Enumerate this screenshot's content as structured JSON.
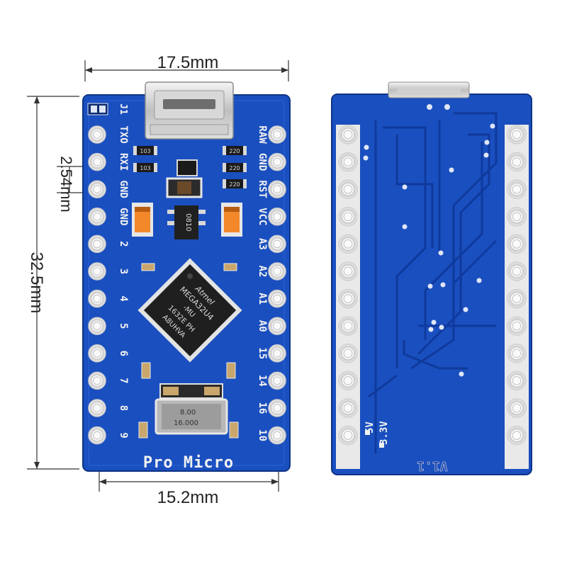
{
  "dimensions": {
    "top_width": "17.5mm",
    "height": "32.5mm",
    "pitch": "2.54mm",
    "bottom_width": "15.2mm"
  },
  "front": {
    "header_label": "J1",
    "left_pins": [
      "TXO",
      "RXI",
      "GND",
      "GND",
      "2",
      "3",
      "4",
      "5",
      "6",
      "7",
      "8",
      "9"
    ],
    "right_pins": [
      "RAW",
      "GND",
      "RST",
      "VCC",
      "A3",
      "A2",
      "A1",
      "A0",
      "15",
      "14",
      "16",
      "10"
    ],
    "board_name": "Pro Micro",
    "chip_lines": [
      "Atmel",
      "MEGA32U4",
      "-MU",
      "1632E PH",
      "A8UHVA"
    ],
    "crystal_text": [
      "8.00",
      "16.000"
    ],
    "resistor_labels": [
      "103",
      "103",
      "220",
      "220",
      "220"
    ],
    "small_chip_text": "0810"
  },
  "back": {
    "label_5v": "5V",
    "label_33v": "3.3V",
    "version": "V1.1"
  },
  "colors": {
    "pcb_blue": "#1a4fbf",
    "pcb_dark": "#123a94",
    "gold": "#e7e4d8",
    "silk": "#f2f2f2"
  }
}
